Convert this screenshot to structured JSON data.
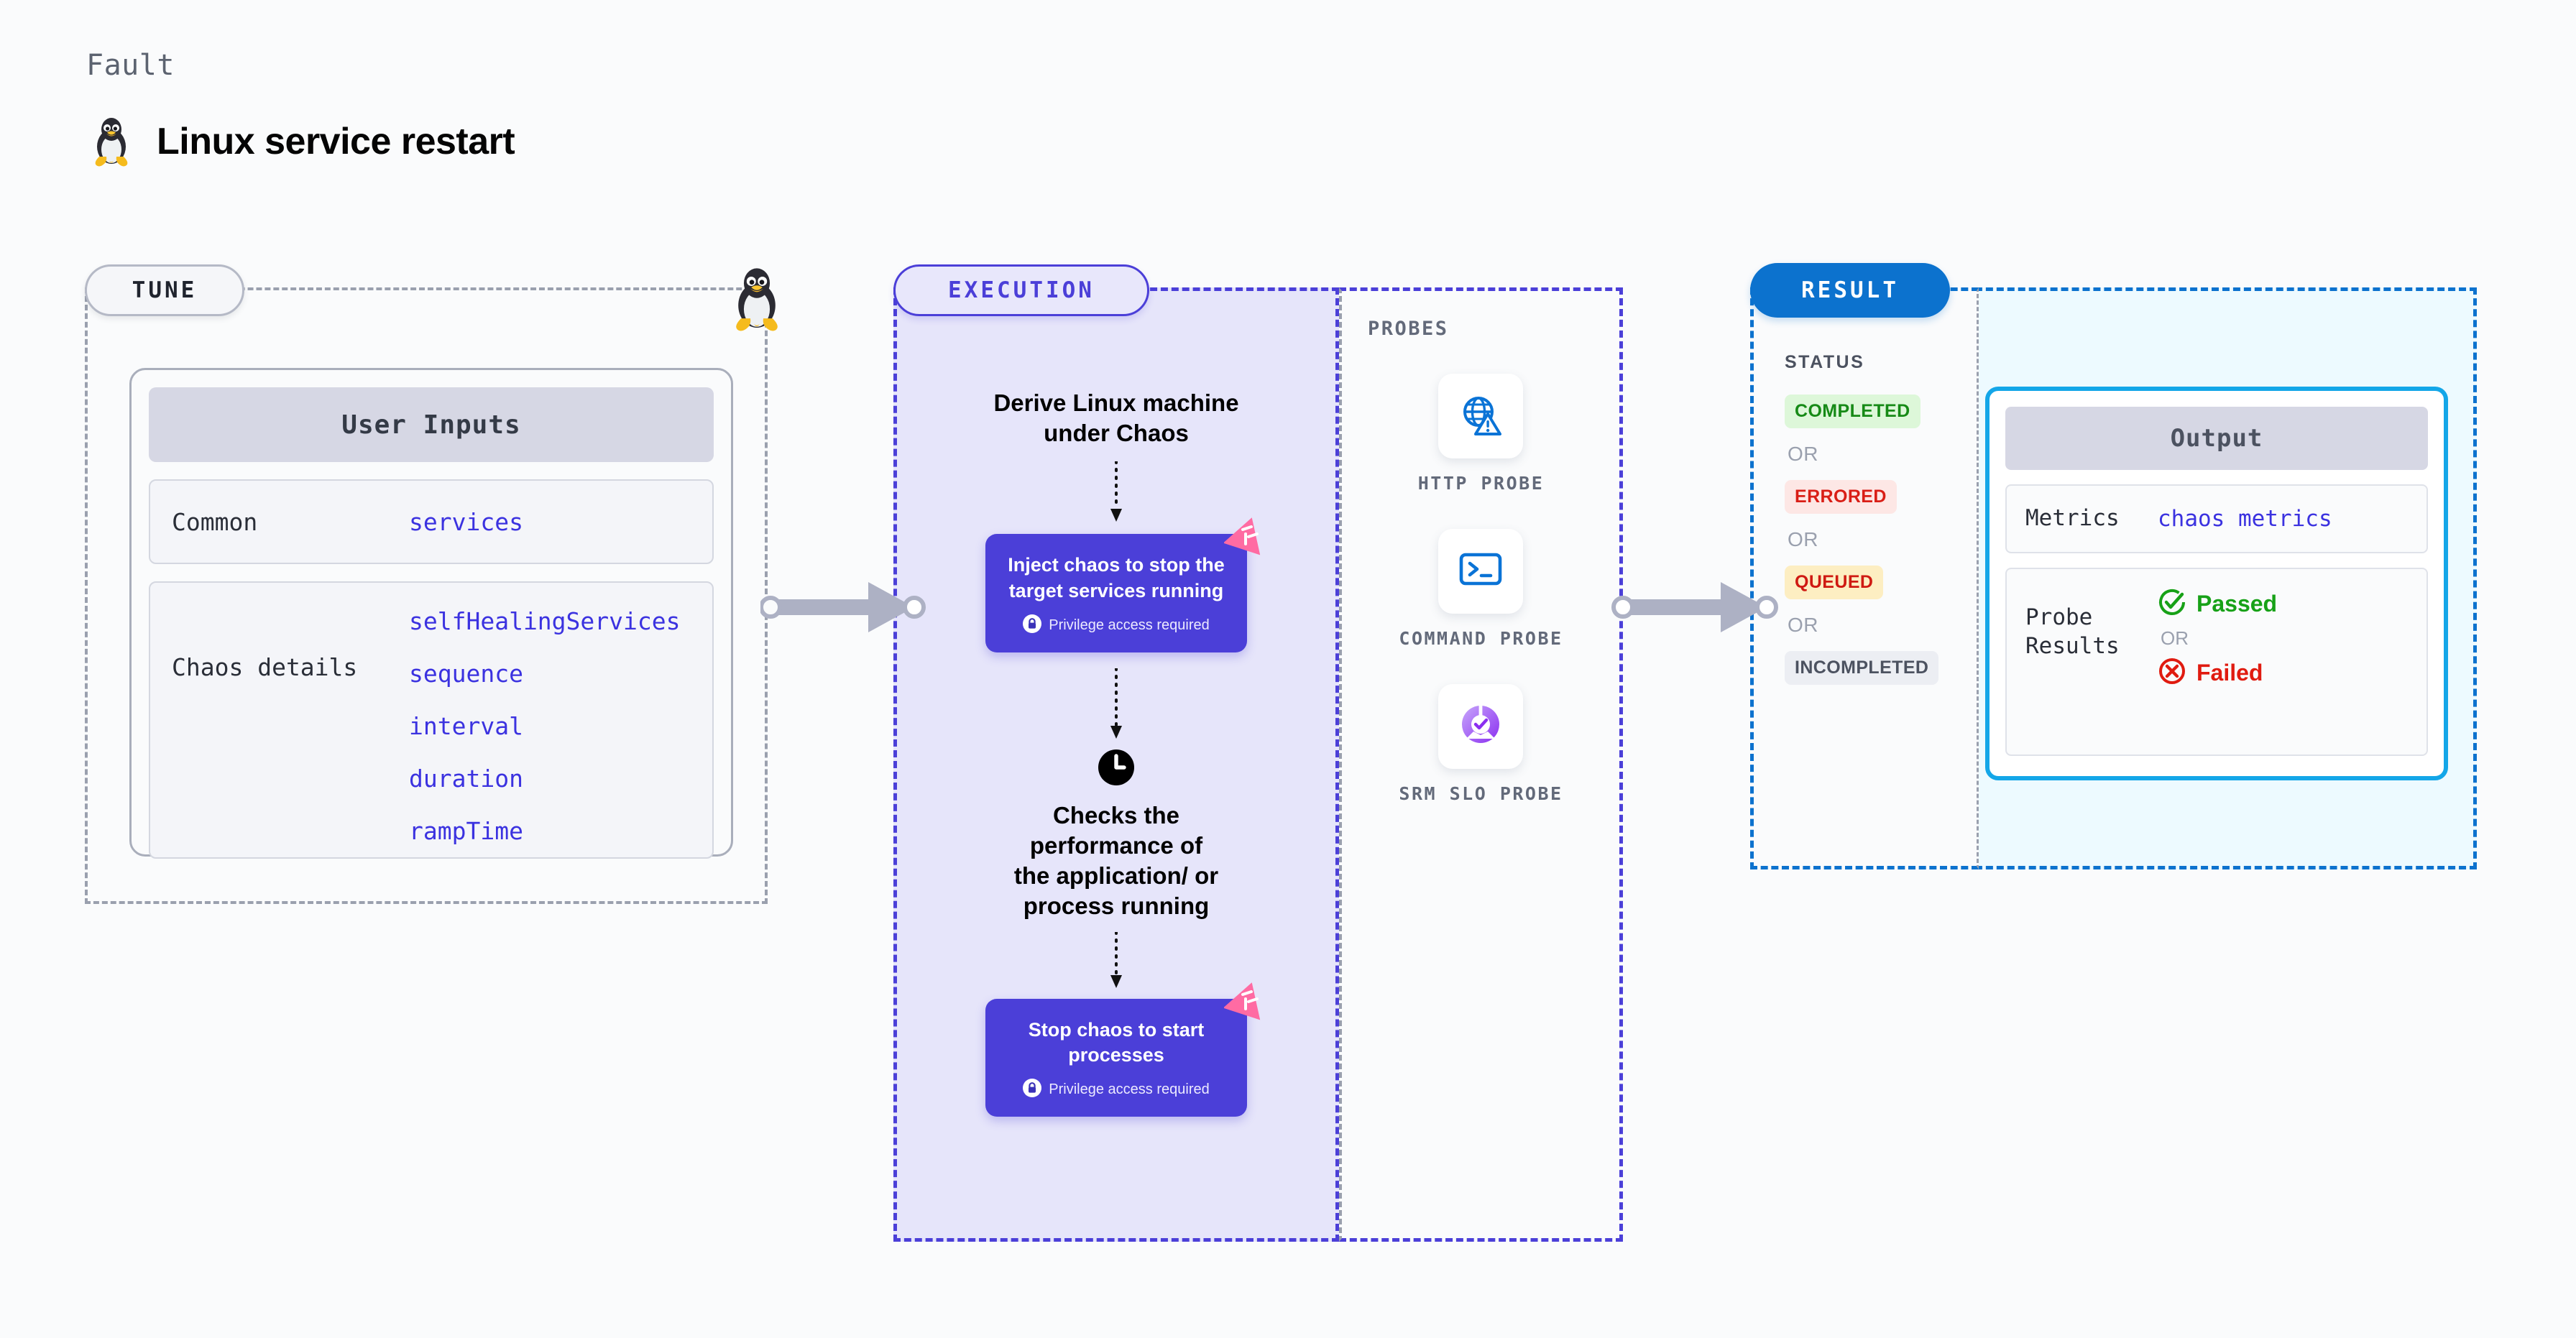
{
  "header": {
    "eyebrow": "Fault",
    "title": "Linux service restart",
    "icon": "linux-tux-icon"
  },
  "tune": {
    "pill_label": "TUNE",
    "connector_icon": "linux-tux-icon",
    "card": {
      "header": "User Inputs",
      "groups": [
        {
          "label": "Common",
          "values": [
            "services"
          ]
        },
        {
          "label": "Chaos details",
          "values": [
            "selfHealingServices",
            "sequence",
            "interval",
            "duration",
            "rampTime"
          ]
        }
      ]
    }
  },
  "execution": {
    "pill_label": "EXECUTION",
    "steps": [
      {
        "type": "text",
        "label": "Derive Linux machine\nunder Chaos"
      },
      {
        "type": "chaos-card",
        "label": "Inject chaos to stop the target services running",
        "note": "Privilege access required",
        "note_icon": "lock-icon",
        "badge_icon": "chaos-triangle-icon"
      },
      {
        "type": "text-with-icon",
        "icon": "clock-icon",
        "label": "Checks the\nperformance of\nthe application/ or\nprocess running"
      },
      {
        "type": "chaos-card",
        "label": "Stop chaos to start processes",
        "note": "Privilege access required",
        "note_icon": "lock-icon",
        "badge_icon": "chaos-triangle-icon"
      }
    ]
  },
  "probes": {
    "title": "PROBES",
    "items": [
      {
        "label": "HTTP PROBE",
        "icon": "globe-warning-icon"
      },
      {
        "label": "COMMAND PROBE",
        "icon": "terminal-icon"
      },
      {
        "label": "SRM SLO PROBE",
        "icon": "slo-donut-check-icon"
      }
    ]
  },
  "result": {
    "pill_label": "RESULT",
    "status": {
      "heading": "STATUS",
      "or_label": "OR",
      "badges": [
        {
          "label": "COMPLETED",
          "variant": "completed"
        },
        {
          "label": "ERRORED",
          "variant": "errored"
        },
        {
          "label": "QUEUED",
          "variant": "queued"
        },
        {
          "label": "INCOMPLETED",
          "variant": "incompleted"
        }
      ]
    },
    "output": {
      "header": "Output",
      "metrics_label": "Metrics",
      "metrics_value": "chaos metrics",
      "probe_results_label": "Probe\nResults",
      "probe_or": "OR",
      "passed_label": "Passed",
      "passed_icon": "check-circle-icon",
      "failed_label": "Failed",
      "failed_icon": "x-circle-icon"
    }
  },
  "connectors": [
    {
      "name": "tune-to-execution",
      "icon": "arrow-right-icon"
    },
    {
      "name": "execution-to-result",
      "icon": "arrow-right-icon"
    }
  ],
  "colors": {
    "execution_purple": "#4b3fd8",
    "result_blue": "#0c72ce",
    "output_border": "#13a6e8",
    "mono_value_blue": "#3b32e0",
    "status_completed": "#168a16",
    "status_errored": "#d91e16",
    "status_queued": "#cf1a12",
    "badge_pink": "#ff6ba3"
  }
}
